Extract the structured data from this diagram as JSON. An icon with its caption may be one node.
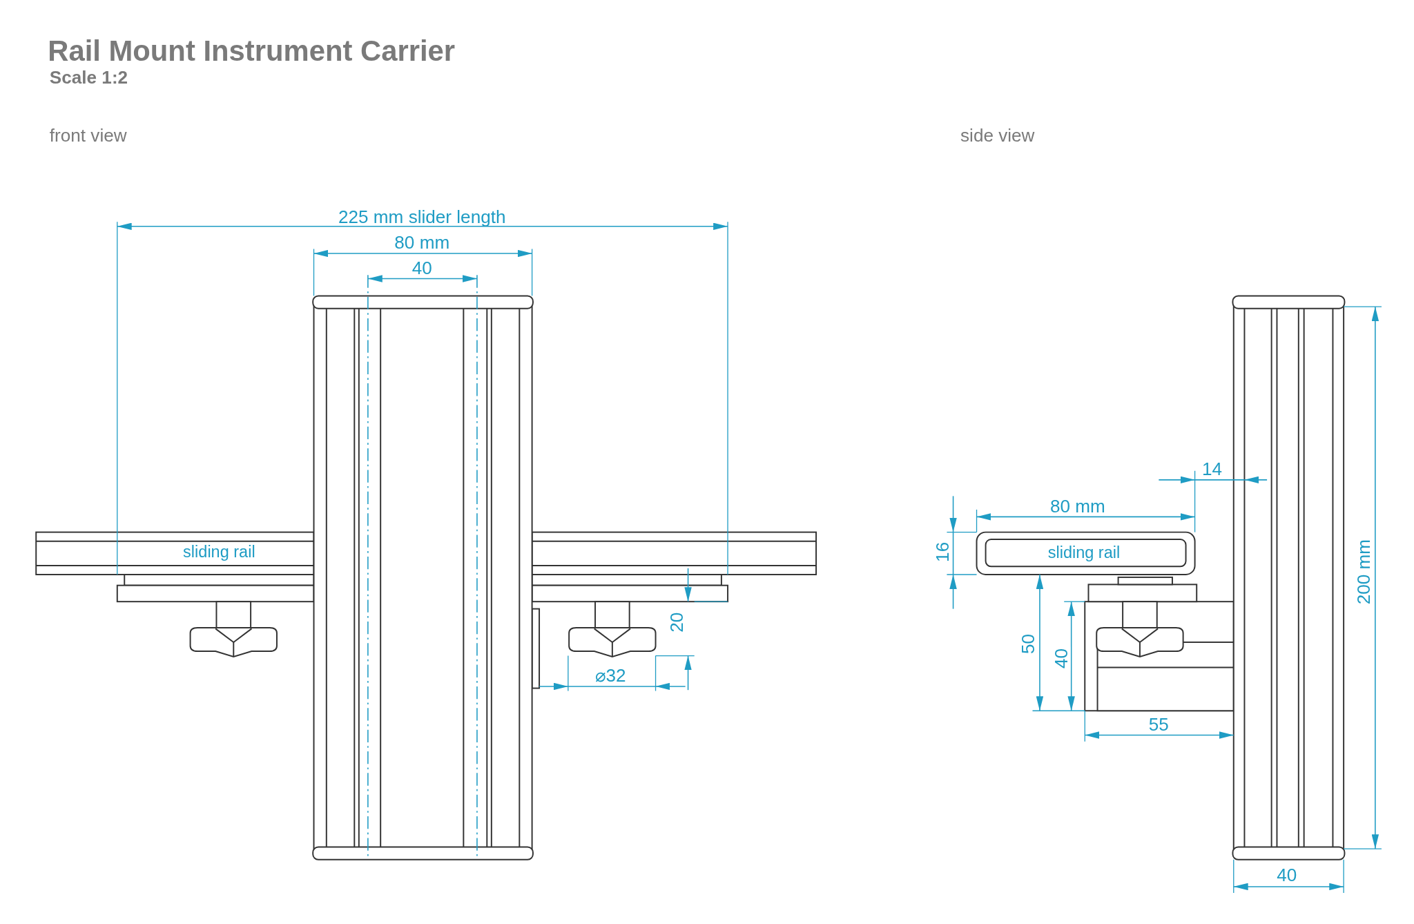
{
  "diagram": {
    "title": "Rail Mount Instrument Carrier",
    "labels": [
      "Scale 1:2",
      "front view",
      "side view",
      "225 mm slider length",
      "80 mm",
      "40",
      "14",
      "80 mm",
      "sliding rail",
      "16",
      "sliding rail",
      "200 mm",
      "20",
      "50",
      "40",
      "⌀32",
      "55",
      "40"
    ]
  }
}
